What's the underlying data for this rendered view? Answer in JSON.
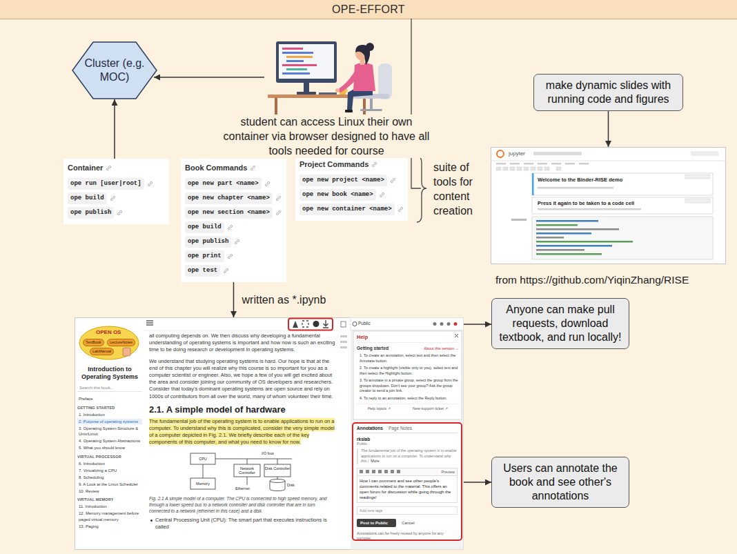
{
  "diagram": {
    "title": "OPE-EFFORT",
    "nodes": [
      {
        "text": [
          "Cluster (e.g. MOC)"
        ]
      },
      {
        "text": [
          "make dynamic slides with running code and figures"
        ]
      },
      {
        "text": [
          "Container",
          "ope run [user|root]",
          "ope build",
          "ope publish"
        ]
      },
      {
        "text": [
          "Book Commands",
          "ope new part <name>",
          "ope new chapter <name>",
          "ope new section <name>",
          "ope build",
          "ope publish",
          "ope print",
          "ope test"
        ]
      },
      {
        "text": [
          "Project Commands",
          "ope new project <name>",
          "ope new book <name>",
          "ope new container <name>"
        ]
      },
      {
        "text": [
          "jupyter",
          "Welcome to the Binder-RISE demo",
          "Press it again to be taken to a code cell"
        ]
      },
      {
        "text": [
          "Anyone can make pull requests, download textbook, and run locally!"
        ]
      },
      {
        "text": [
          "OPEN OS",
          "TextBook",
          "LectureNotes",
          "LabManual",
          "Introduction to Operating Systems",
          "Search this book...",
          "Preface",
          "GETTING STARTED",
          "1. Introduction",
          "2. Purpose of operating systems",
          "3. Operating System Structure & Unix/Linux",
          "4. Operating System Abstractions",
          "5. What you should know",
          "VIRTUAL PROCESSOR",
          "6. Introduction",
          "7. Virtualizing a CPU",
          "8. Scheduling",
          "9. A Look at the Linux Scheduler",
          "10. Review",
          "VIRTUAL MEMORY",
          "11. Introduction",
          "12. Memory management before paged virtual memory",
          "13. Paging",
          "all computing depends on. We then discuss why developing a fundamental understanding of operating systems is important and how now is such an exciting time to be doing research or development in operating systems.",
          "We understand that studying operating systems is hard. Our hope is that at the end of this chapter you will realize why this course is so important for you as a computer scientist or engineer. Also, we hope a few of you will get excited about the area and consider joining our community of OS developers and researchers. Consider that today's dominant operating systems are open source and rely on 1000s of contributors from all over the world, many of whom volunteer their time.",
          "2.1. A simple model of hardware",
          "The fundamental job of the operating system is to enable applications to run on a computer. To understand why this is complicated, consider the very simple model of a computer depicted in Fig. 2.1. We briefly describe each of the key components of this computer, and what you need to know for now.",
          "CPU",
          "I/O bus",
          "Network Controller",
          "Disk Controller",
          "Memory",
          "Ethernet",
          "Disk",
          "Fig. 2.1 A simple model of a computer. The CPU is connected to high speed memory, and through a lower speed bus to a network controller and disk controller that are in turn connected to a network (ethernet in this case) and a disk.",
          "Central Processing Unit (CPU): The smart part that executes instructions is called",
          "Public",
          "Help",
          "About this version →",
          "Getting started",
          "1. To create an annotation, select text and then select the Annotate button.",
          "2. To create a highlight (visible only to you), select text and then select the Highlight button.",
          "3. To annotate in a private group, select the group from the groups dropdown. Don't see your group? Ask the group creator to send a join link.",
          "4. To reply to an annotation, select the Reply button.",
          "Help topics ↗",
          "New support ticket ↗"
        ]
      },
      {
        "text": [
          "Annotations",
          "Page Notes",
          "rkslab",
          "Public",
          "The fundamental job of the operating system is to enable applications to run on a computer. To understand why this i",
          "More",
          "Preview",
          "How I can comment and see other people's comments related to the material. This offers an open forum for discussion while going through the readings!",
          "Add new tags",
          "Post to Public",
          "Cancel",
          "Annotations can be freely reused by anyone for any purpose."
        ],
        "in": 7
      },
      {
        "text": [
          "Users can annotate the book and see other's annotations"
        ]
      }
    ],
    "edges": [
      {
        "from": 2,
        "to": 0,
        "arrow": "to"
      },
      {
        "from": 1,
        "to": 5,
        "arrow": "to"
      },
      {
        "from": 3,
        "to": 7,
        "label": "written as *.ipynb",
        "arrow": "to"
      },
      {
        "from": 7,
        "to": 6,
        "arrow": "to"
      },
      {
        "from": 8,
        "to": 9,
        "arrow": "to"
      }
    ],
    "labels": [
      "student can access Linux their own container via browser designed to have all tools needed for course",
      "suite of tools for content creation",
      "from https://github.com/YiqinZhang/RISE"
    ]
  }
}
